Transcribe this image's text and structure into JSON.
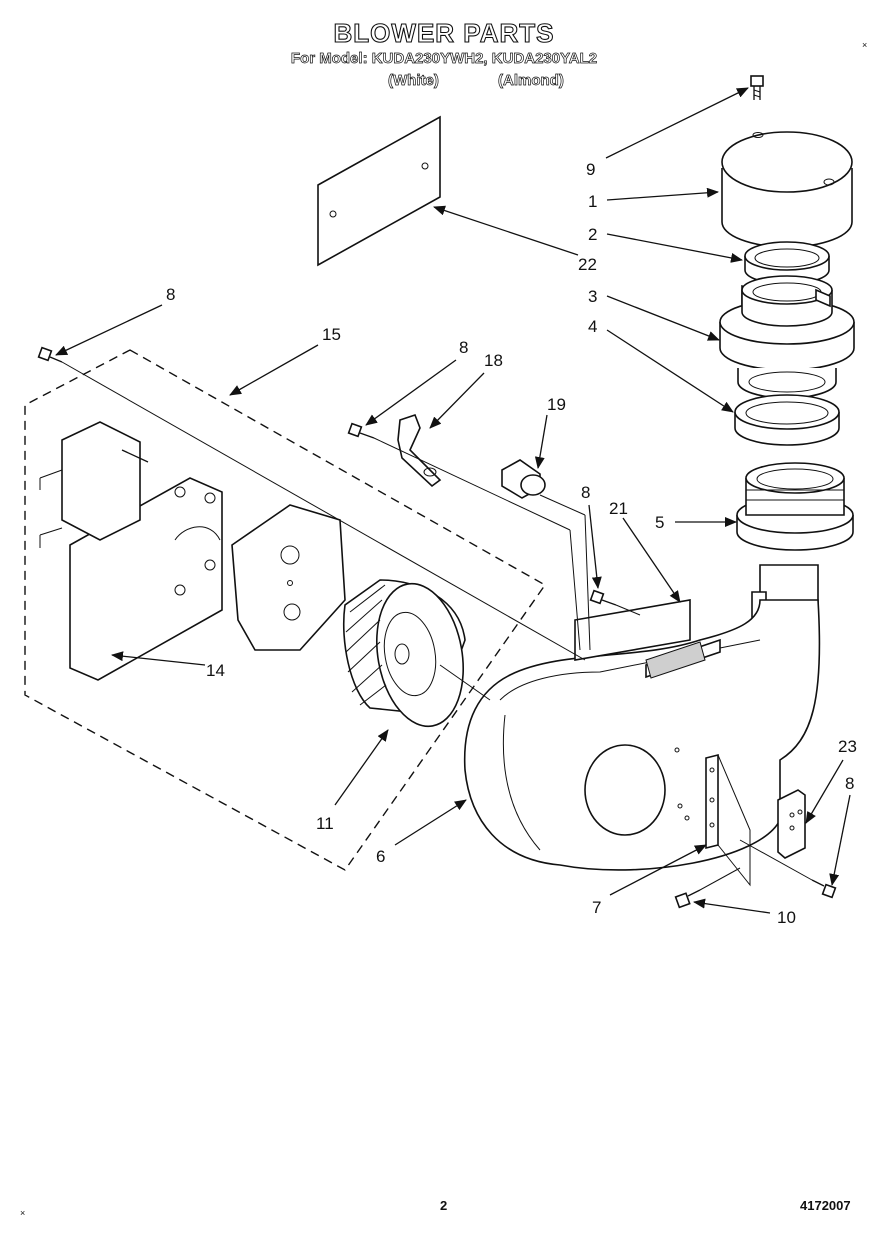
{
  "header": {
    "title": "BLOWER PARTS",
    "subtitle": "For Model: KUDA230YWH2, KUDA230YAL2",
    "variant_white": "(White)",
    "variant_almond": "(Almond)"
  },
  "footer": {
    "page_number": "2",
    "doc_number": "4172007"
  },
  "corner_marks": {
    "top_right": "×",
    "bottom_left": "×"
  },
  "callouts": {
    "c9": "9",
    "c1": "1",
    "c2": "2",
    "c22": "22",
    "c3": "3",
    "c4": "4",
    "c8a": "8",
    "c15": "15",
    "c8b": "8",
    "c18": "18",
    "c19": "19",
    "c8c": "8",
    "c21": "21",
    "c5": "5",
    "c14": "14",
    "c11": "11",
    "c6": "6",
    "c23": "23",
    "c8d": "8",
    "c7": "7",
    "c10": "10"
  }
}
